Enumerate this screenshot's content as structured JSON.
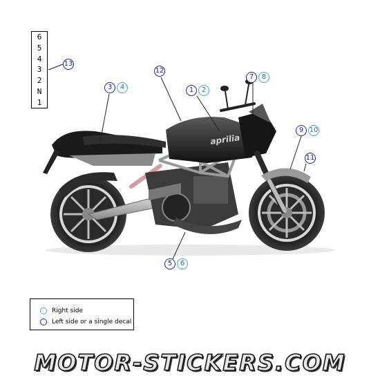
{
  "gear_indicator": {
    "gears": [
      "6",
      "5",
      "4",
      "3",
      "2",
      "N",
      "1"
    ]
  },
  "callouts": {
    "c1": "1",
    "c2": "2",
    "c3": "3",
    "c4": "4",
    "c5": "5",
    "c6": "6",
    "c7": "7",
    "c8": "8",
    "c9": "9",
    "c10": "10",
    "c11": "11",
    "c12": "12",
    "c13": "13"
  },
  "brand_decal": "aprilia",
  "legend": {
    "right_side": "Right side",
    "left_side": "Left side or a single decal"
  },
  "watermark": "MOTOR-STICKERS.COM",
  "colors": {
    "left_side_marker": "#1c2a8a",
    "right_side_marker": "#4aa3d8"
  }
}
